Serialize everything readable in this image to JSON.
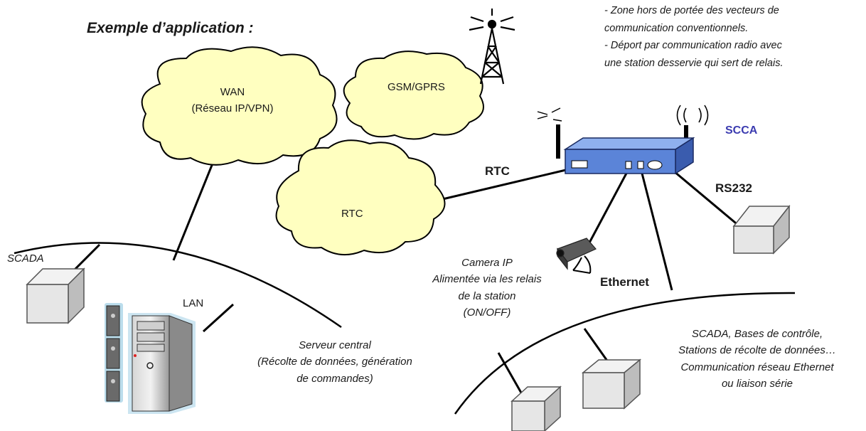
{
  "title": "Exemple d’application :",
  "notes": [
    "- Zone hors de portée des vecteurs de",
    "communication conventionnels.",
    "- Déport par communication radio avec",
    "une station desservie  qui sert de relais."
  ],
  "clouds": {
    "wan": [
      "WAN",
      "(Réseau IP/VPN)"
    ],
    "gsm": "GSM/GPRS",
    "rtc": "RTC"
  },
  "links": {
    "rtc": "RTC",
    "rs232": "RS232",
    "ethernet": "Ethernet",
    "lan": "LAN"
  },
  "device": {
    "name": "SCCA",
    "name_color": "#3b3bb0",
    "body_color": "#5b84d8"
  },
  "scada_left": "SCADA",
  "camera": [
    "Camera IP",
    "Alimentée via les relais",
    "de la station",
    "(ON/OFF)"
  ],
  "server": [
    "Serveur central",
    "(Récolte de données, génération",
    "de commandes)"
  ],
  "remote": [
    "SCADA, Bases de contrôle,",
    "Stations de récolte de données…",
    "Communication réseau  Ethernet",
    "ou liaison série"
  ],
  "colors": {
    "cloud_fill": "#ffffc0",
    "box_fill": "#e6e6e6",
    "line": "#000000"
  }
}
